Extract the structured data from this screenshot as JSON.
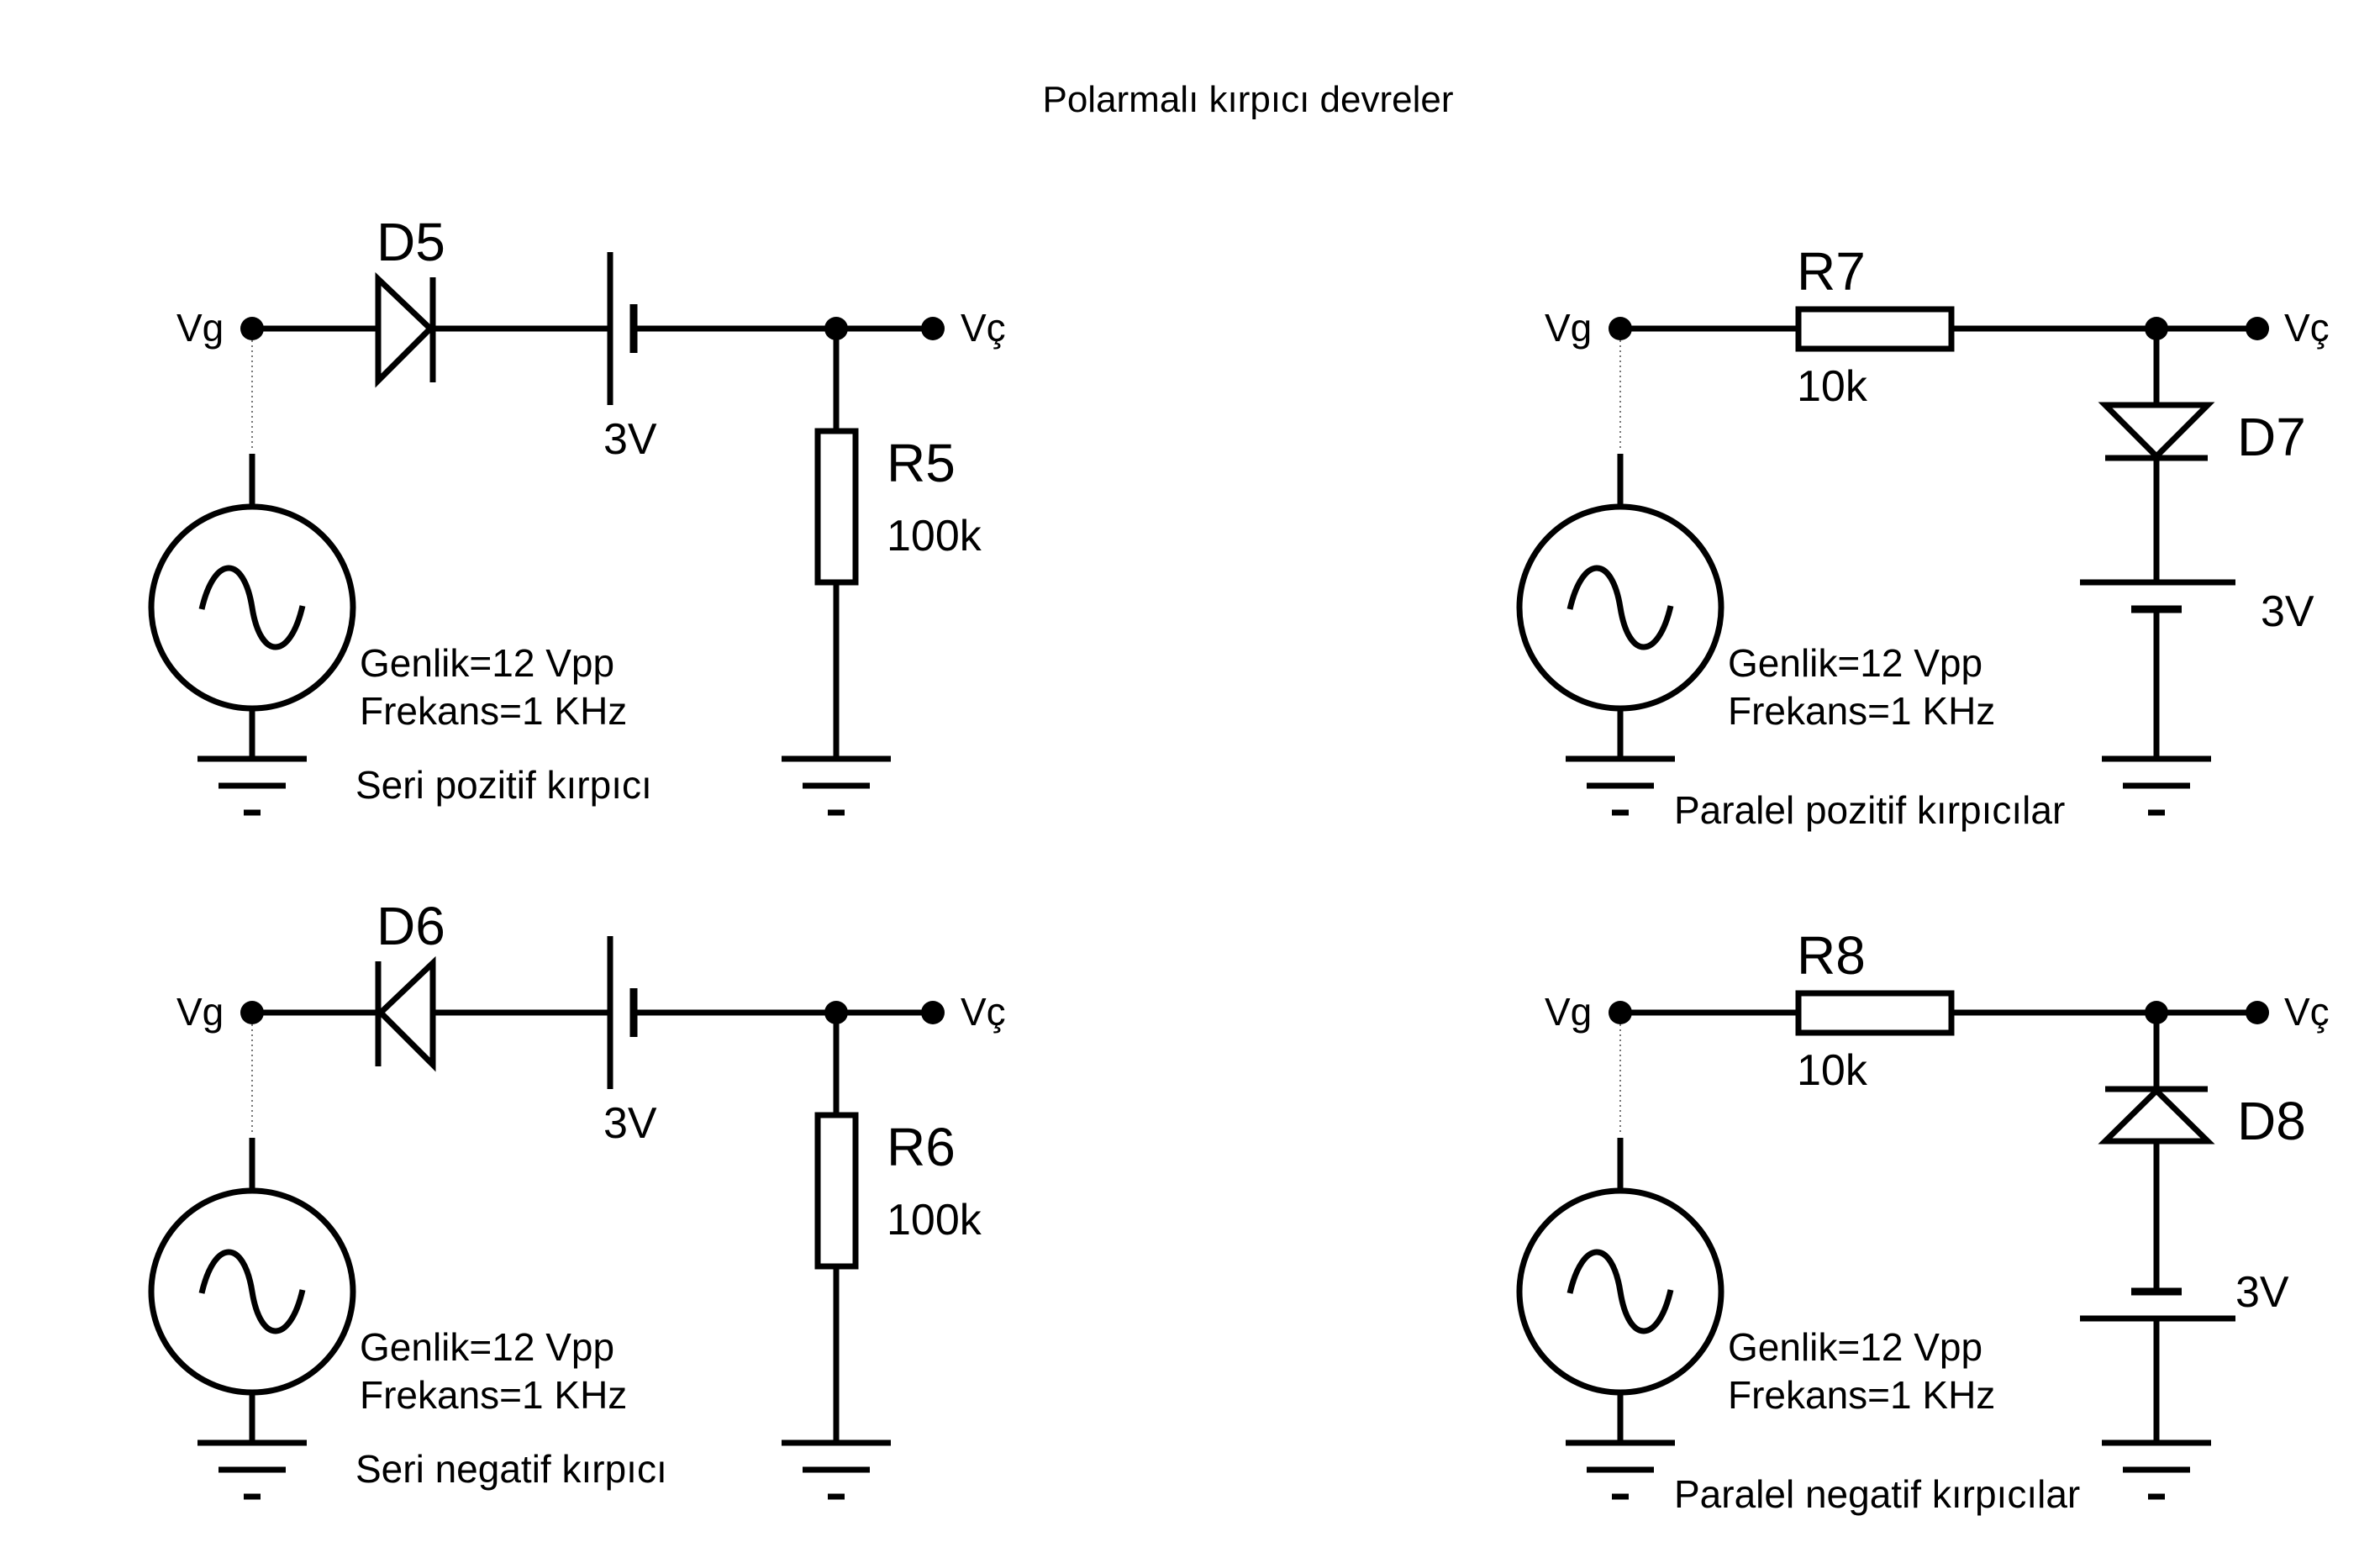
{
  "title": "Polarmalı kırpıcı devreler",
  "circuits": [
    {
      "name": "Seri pozitif kırpıcı",
      "input_label": "Vg",
      "output_label": "Vç",
      "diode": {
        "ref": "D5"
      },
      "battery": {
        "value": "3V"
      },
      "resistor": {
        "ref": "R5",
        "value": "100k"
      },
      "source": {
        "amplitude": "Genlik=12 Vpp",
        "frequency": "Frekans=1 KHz"
      }
    },
    {
      "name": "Paralel pozitif kırpıcılar",
      "input_label": "Vg",
      "output_label": "Vç",
      "resistor": {
        "ref": "R7",
        "value": "10k"
      },
      "diode": {
        "ref": "D7"
      },
      "battery": {
        "value": "3V"
      },
      "source": {
        "amplitude": "Genlik=12 Vpp",
        "frequency": "Frekans=1 KHz"
      }
    },
    {
      "name": "Seri negatif kırpıcı",
      "input_label": "Vg",
      "output_label": "Vç",
      "diode": {
        "ref": "D6"
      },
      "battery": {
        "value": "3V"
      },
      "resistor": {
        "ref": "R6",
        "value": "100k"
      },
      "source": {
        "amplitude": "Genlik=12 Vpp",
        "frequency": "Frekans=1 KHz"
      }
    },
    {
      "name": "Paralel negatif kırpıcılar",
      "input_label": "Vg",
      "output_label": "Vç",
      "resistor": {
        "ref": "R8",
        "value": "10k"
      },
      "diode": {
        "ref": "D8"
      },
      "battery": {
        "value": "3V"
      },
      "source": {
        "amplitude": "Genlik=12 Vpp",
        "frequency": "Frekans=1 KHz"
      }
    }
  ]
}
